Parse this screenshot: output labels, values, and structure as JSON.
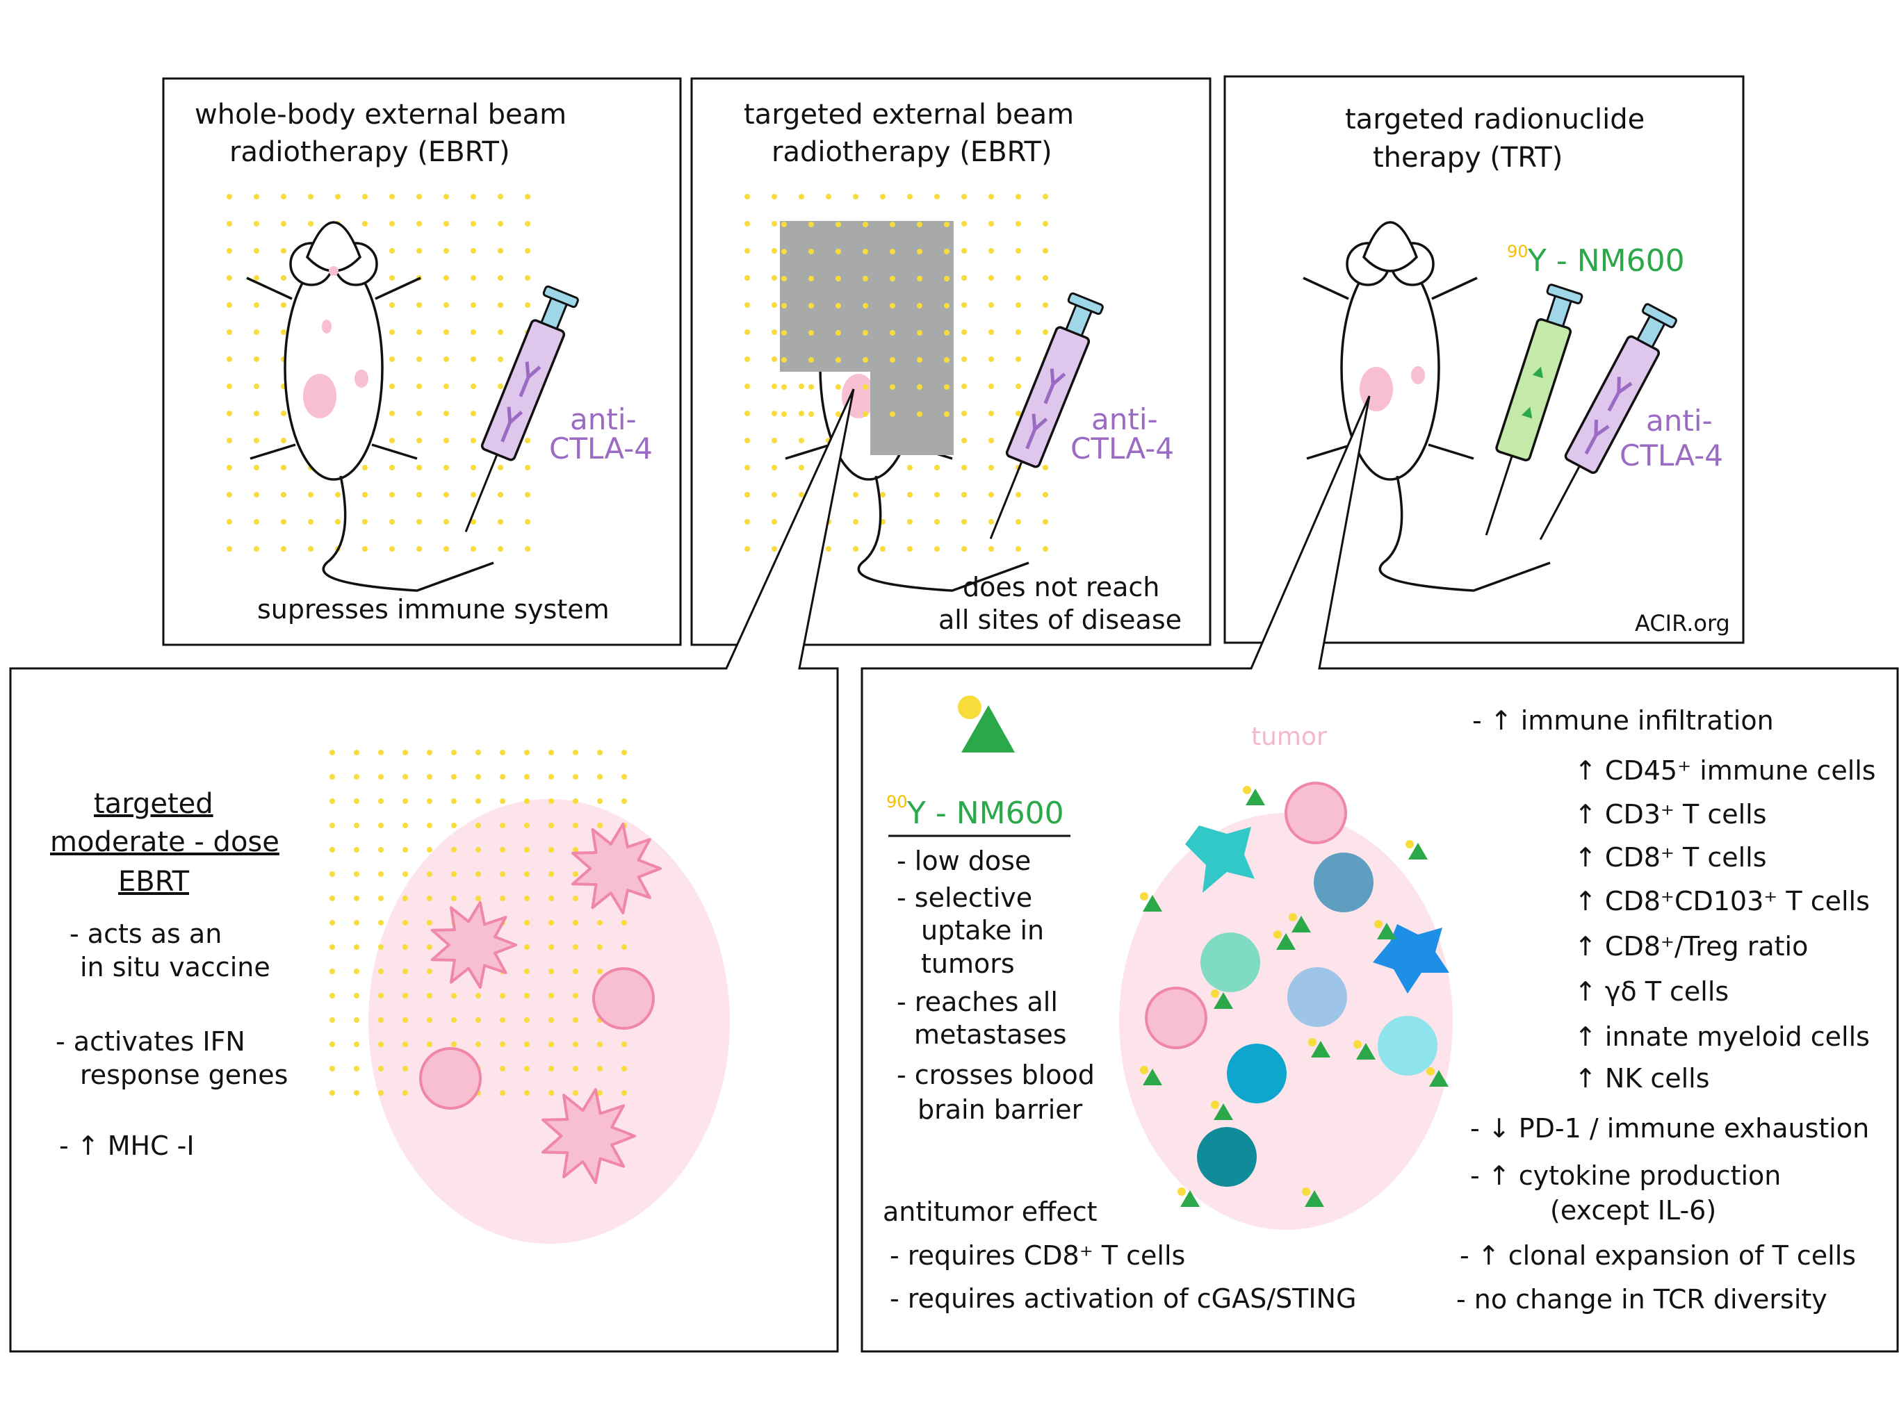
{
  "colors": {
    "dot": "#f7dc3c",
    "tumor_bg": "#fde3ea",
    "tumor_cell": "#f8bfd0",
    "tumor_edge": "#ef88a8",
    "antibody": "#9b6bc4",
    "isotope_green": "#2aa84a",
    "isotope_yellow": "#f2c200",
    "shield_gray": "#a8aaaa"
  },
  "panel_whole": {
    "title_line1": "whole-body  external  beam",
    "title_line2": "radiotherapy (EBRT)",
    "drug_line1": "anti-",
    "drug_line2": "CTLA-4",
    "caption": "supresses  immune  system"
  },
  "panel_targeted": {
    "title_line1": "targeted  external  beam",
    "title_line2": "radiotherapy (EBRT)",
    "drug_line1": "anti-",
    "drug_line2": "CTLA-4",
    "caption_line1": "does  not  reach",
    "caption_line2": "all  sites  of  disease"
  },
  "panel_trt": {
    "title_line1": "targeted  radionuclide",
    "title_line2": "therapy (TRT)",
    "isotope_mass": "90",
    "isotope_label": "Y - NM600",
    "drug_line1": "anti-",
    "drug_line2": "CTLA-4",
    "credit": "ACIR.org"
  },
  "zoom_ebrt": {
    "heading_line1": "targeted",
    "heading_line2": "moderate - dose",
    "heading_line3": "EBRT",
    "bullet1_line1": "- acts  as  an",
    "bullet1_line2": "in  situ  vaccine",
    "bullet2_line1": "- activates  IFN",
    "bullet2_line2": "response  genes",
    "bullet3": "- ↑ MHC -I"
  },
  "zoom_trt": {
    "agent_mass": "90",
    "agent_label": "Y - NM600",
    "agent_points": [
      "- low dose",
      "- selective",
      "uptake  in",
      "tumors",
      "- reaches  all",
      "metastases",
      "- crosses  blood",
      "brain  barrier"
    ],
    "tumor_label": "tumor",
    "effect_heading": "antitumor  effect",
    "effect_line1": "- requires  CD8⁺ T cells",
    "effect_line2": "- requires  activation  of  cGAS/STING",
    "immune_heading": "- ↑ immune  infiltration",
    "immune_items": [
      "↑ CD45⁺ immune  cells",
      "↑ CD3⁺  T cells",
      "↑ CD8⁺  T cells",
      "↑ CD8⁺CD103⁺ T cells",
      "↑ CD8⁺/Treg  ratio",
      "↑ γδ  T cells",
      "↑ innate  myeloid  cells",
      "↑ NK cells"
    ],
    "pd1": "- ↓ PD-1 / immune  exhaustion",
    "cytokine_line1": "- ↑ cytokine  production",
    "cytokine_line2": "(except  IL-6)",
    "clonal": "- ↑ clonal  expansion  of  T cells",
    "tcr": "- no  change  in  TCR  diversity"
  }
}
